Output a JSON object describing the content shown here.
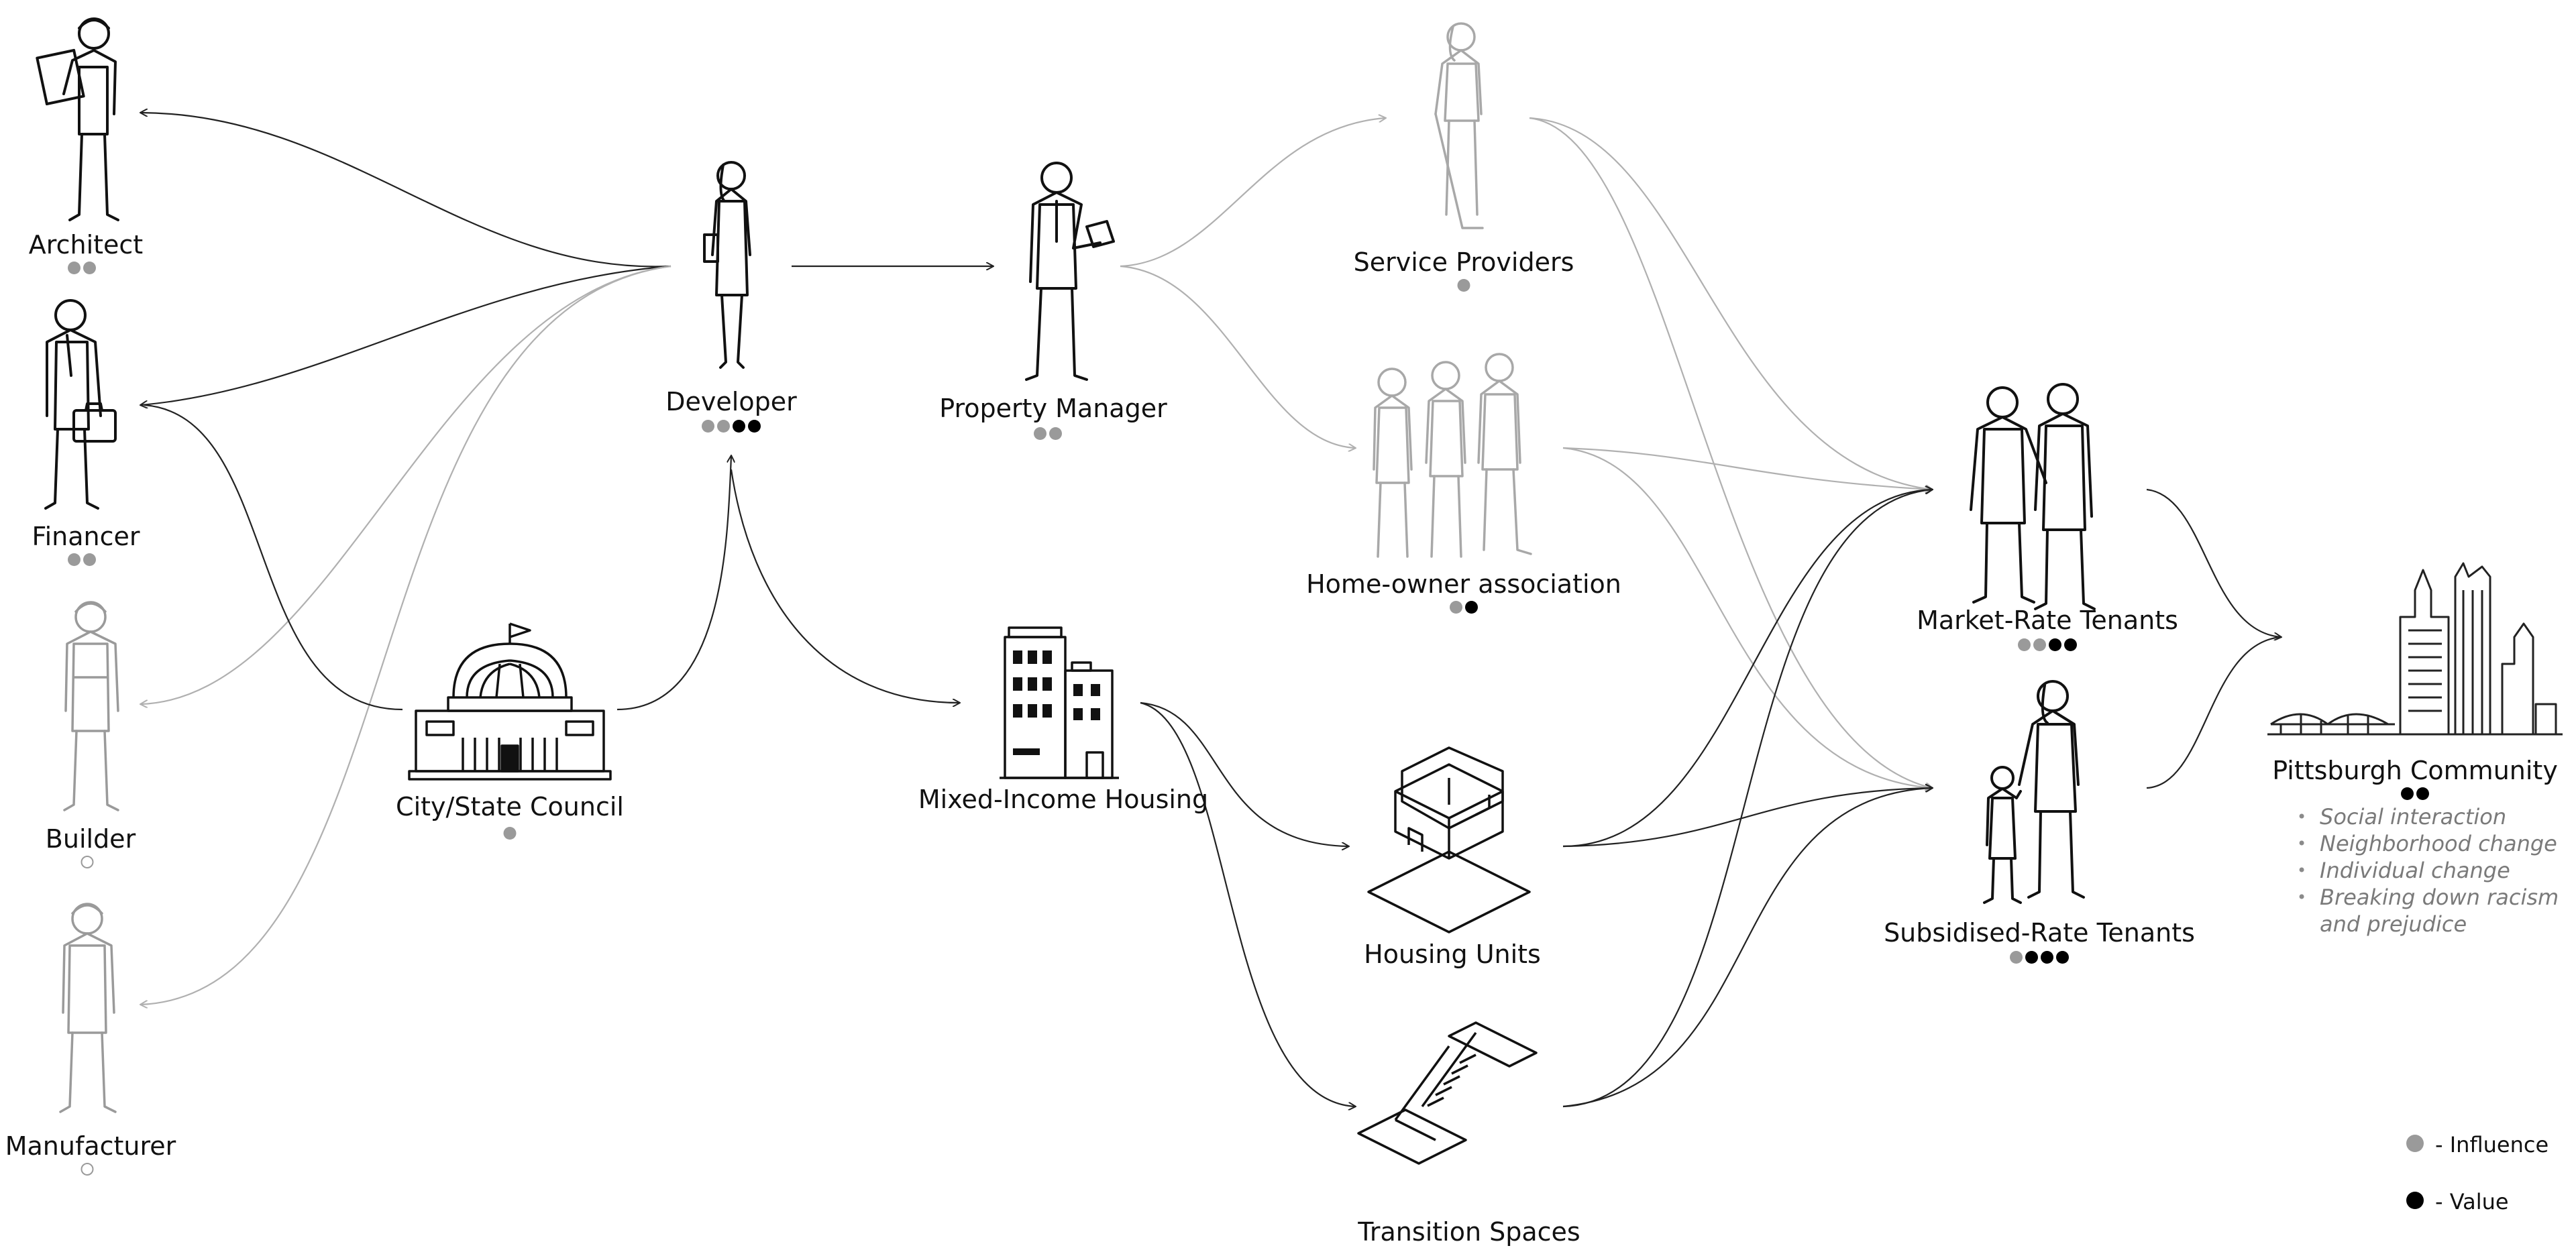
{
  "nodes": {
    "architect": {
      "label": "Architect",
      "dots": [
        "influence",
        "influence"
      ]
    },
    "financer": {
      "label": "Financer",
      "dots": [
        "influence",
        "influence"
      ]
    },
    "builder": {
      "label": "Builder",
      "dots": [
        "none"
      ]
    },
    "manufacturer": {
      "label": "Manufacturer",
      "dots": [
        "none"
      ]
    },
    "developer": {
      "label": "Developer",
      "dots": [
        "influence",
        "influence",
        "value",
        "value"
      ]
    },
    "city_council": {
      "label": "City/State Council",
      "dots": [
        "influence"
      ]
    },
    "property_manager": {
      "label": "Property Manager",
      "dots": [
        "influence",
        "influence"
      ]
    },
    "mixed_income_housing": {
      "label": "Mixed-Income Housing",
      "dots": []
    },
    "service_providers": {
      "label": "Service Providers",
      "dots": [
        "influence"
      ]
    },
    "hoa": {
      "label": "Home-owner association",
      "dots": [
        "influence",
        "value"
      ]
    },
    "housing_units": {
      "label": "Housing Units",
      "dots": []
    },
    "transition_spaces": {
      "label": "Transition Spaces",
      "dots": []
    },
    "market_rate": {
      "label": "Market-Rate Tenants",
      "dots": [
        "influence",
        "influence",
        "value",
        "value"
      ]
    },
    "subsidised_rate": {
      "label": "Subsidised-Rate Tenants",
      "dots": [
        "influence",
        "value",
        "value",
        "value"
      ]
    },
    "pittsburgh": {
      "label": "Pittsburgh Community",
      "dots": [
        "value",
        "value"
      ]
    }
  },
  "outcomes": [
    "Social interaction",
    "Neighborhood change",
    "Individual change",
    "Breaking down racism",
    "and prejudice"
  ],
  "legend": {
    "influence": "- Influence",
    "value": "- Value"
  },
  "colors": {
    "influence": "#9a9a9a",
    "value": "#000000",
    "line_dark": "#222222",
    "line_light": "#b0b0b0"
  }
}
